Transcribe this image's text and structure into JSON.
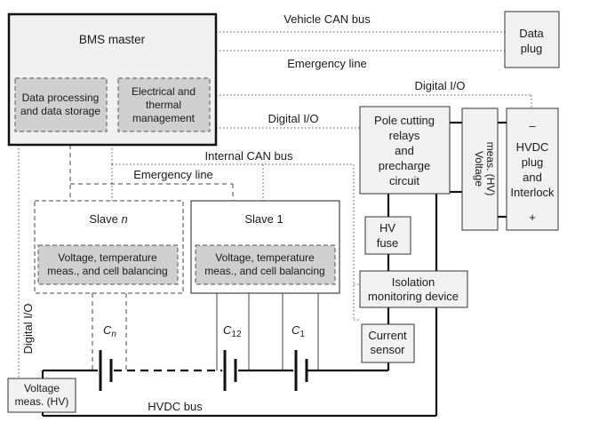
{
  "labels": {
    "vehicle_can_bus": "Vehicle CAN bus",
    "emergency_line_top": "Emergency line",
    "digital_io_top": "Digital I/O",
    "digital_io_mid": "Digital I/O",
    "internal_can_bus": "Internal CAN bus",
    "emergency_line_mid": "Emergency line",
    "digital_io_left": "Digital I/O",
    "hvdc_bus": "HVDC bus"
  },
  "boxes": {
    "bms_master": "BMS master",
    "data_processing": [
      "Data processing",
      "and data storage"
    ],
    "electrical_thermal": [
      "Electrical and",
      "thermal",
      "management"
    ],
    "data_plug": [
      "Data",
      "plug"
    ],
    "pole_cutting": [
      "Pole cutting",
      "relays",
      "and",
      "precharge",
      "circuit"
    ],
    "voltage_meas_vertical": [
      "Voltage",
      "meas. (HV)"
    ],
    "hvdc_plug": [
      "HVDC",
      "plug",
      "and",
      "Interlock"
    ],
    "hvdc_minus": "–",
    "hvdc_plus": "+",
    "hv_fuse": [
      "HV",
      "fuse"
    ],
    "isolation": [
      "Isolation",
      "monitoring device"
    ],
    "current_sensor": [
      "Current",
      "sensor"
    ],
    "slave_n_prefix": "Slave ",
    "slave_n_suffix": "n",
    "slave_n_inner": [
      "Voltage, temperature",
      "meas., and cell balancing"
    ],
    "slave_1": "Slave 1",
    "slave_1_inner": [
      "Voltage, temperature",
      "meas., and cell balancing"
    ],
    "voltage_meas_bottom": [
      "Voltage",
      "meas. (HV)"
    ]
  },
  "cells": {
    "cn_main": "C",
    "cn_sub": "n",
    "c12_main": "C",
    "c12_sub": "12",
    "c1_main": "C",
    "c1_sub": "1"
  }
}
